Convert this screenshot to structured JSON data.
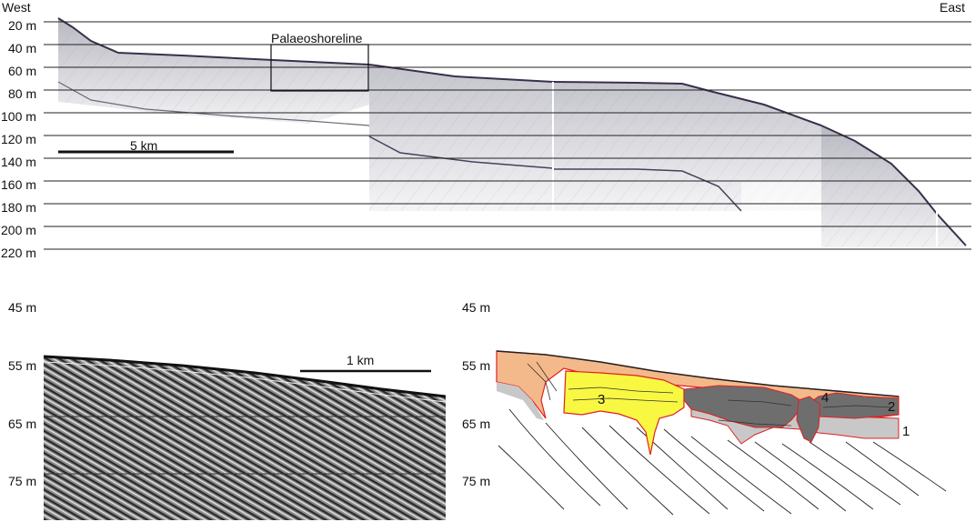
{
  "top_panel": {
    "direction_left": "West",
    "direction_right": "East",
    "depth_labels": [
      "20 m",
      "40 m",
      "60 m",
      "80 m",
      "100 m",
      "120 m",
      "140 m",
      "160 m",
      "180 m",
      "200 m",
      "220 m"
    ],
    "box_label": "Palaeoshoreline",
    "scale_label": "5 km"
  },
  "bottom_left": {
    "depth_labels": [
      "45 m",
      "55 m",
      "65 m",
      "75 m"
    ],
    "scale_label": "1 km"
  },
  "bottom_right": {
    "depth_labels": [
      "45 m",
      "55 m",
      "65 m",
      "75 m"
    ],
    "unit_labels": [
      "3",
      "4",
      "2",
      "1"
    ],
    "colors": {
      "unit_top": "#f4b98a",
      "unit_3": "#f8f843",
      "unit_dark": "#6e6e6e",
      "unit_light": "#c8c8c8",
      "boundary": "#e02020"
    }
  }
}
